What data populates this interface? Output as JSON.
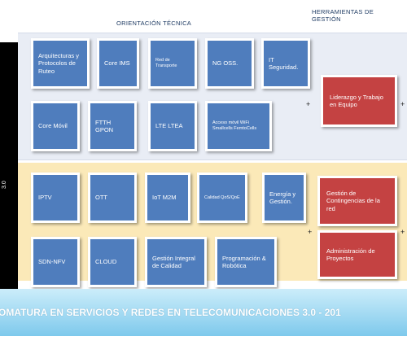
{
  "headers": {
    "tecnica": "ORIENTACIÓN TÉCNICA",
    "gestion": "HERRAMIENTAS DE GESTIÓN"
  },
  "left_bar_label": "3.0",
  "row1": [
    "Arquitecturas y Protocolos de Ruteo",
    "Core IMS",
    "Red de Transporte",
    "NG OSS.",
    "IT Seguridad."
  ],
  "row2": [
    "Core Móvil",
    "FTTH GPON",
    "LTE LTEA",
    "Acceso móvil WiFi Smallcells FemtoCells"
  ],
  "row3": [
    "IPTV",
    "OTT",
    "IoT M2M",
    "Calidad QoS/QoE",
    "Energía y Gestión."
  ],
  "row4": [
    "SDN-NFV",
    "CLOUD",
    "Gestión Integral de Calidad",
    "Programación & Robótica"
  ],
  "gestion_boxes": [
    "Liderazgo y Trabajo en Equipo",
    "Gestión de Contingencias de la red",
    "Administración de Proyectos"
  ],
  "plus": "+",
  "banner": "OMATURA EN SERVICIOS Y REDES EN TELECOMUNICACIONES 3.0  -  201",
  "colors": {
    "box_blue": "#4f7dbd",
    "box_red": "#c44242",
    "section_top": "#e9edf5",
    "section_bottom": "#fbe9b8",
    "banner": "#8fd0ee"
  }
}
